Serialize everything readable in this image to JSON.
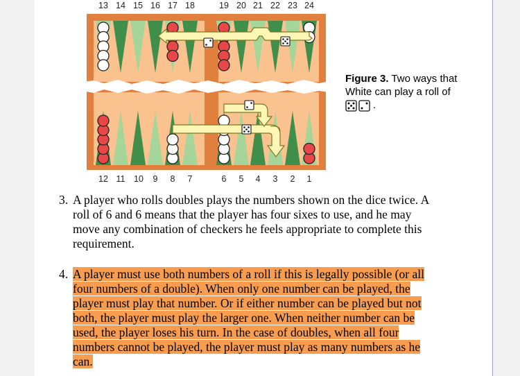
{
  "board": {
    "top_labels": [
      "13",
      "14",
      "15",
      "16",
      "17",
      "18",
      "19",
      "20",
      "21",
      "22",
      "23",
      "24"
    ],
    "bottom_labels": [
      "12",
      "11",
      "10",
      "9",
      "8",
      "7",
      "6",
      "5",
      "4",
      "3",
      "2",
      "1"
    ],
    "colors": {
      "frame": "#e07f3e",
      "field": "#f9c28f",
      "point_dark": "#3f8e49",
      "point_light": "#a6d59a",
      "red_checker": "#e8474a",
      "white_checker": "#ffffff",
      "arrow_fill": "#fdf6b5",
      "arrow_stroke": "#7a7a20"
    }
  },
  "figure": {
    "label": "Figure 3.",
    "text": "Two ways that White can play a roll of",
    "dice": [
      5,
      2
    ],
    "period": "."
  },
  "rules": [
    {
      "number": "3.",
      "highlighted": false,
      "lines": [
        "A player who rolls doubles plays the numbers shown on the dice twice. A",
        "roll of 6 and 6 means that the player has four sixes to use, and he may",
        "move any combination of checkers he feels appropriate to complete this",
        "requirement."
      ]
    },
    {
      "number": "4.",
      "highlighted": true,
      "highlight_color": "#f89d4f",
      "lines": [
        "A player must use both numbers of a roll if this is legally possible (or all",
        "four numbers of a double). When only one number can be played, the",
        "player must play that number. Or if either number can be played but not",
        "both, the player must play the larger one. When neither number can be",
        "used, the player loses his turn. In the case of doubles, when all four",
        "numbers cannot be played, the player must play as many numbers as he",
        "can."
      ]
    }
  ]
}
